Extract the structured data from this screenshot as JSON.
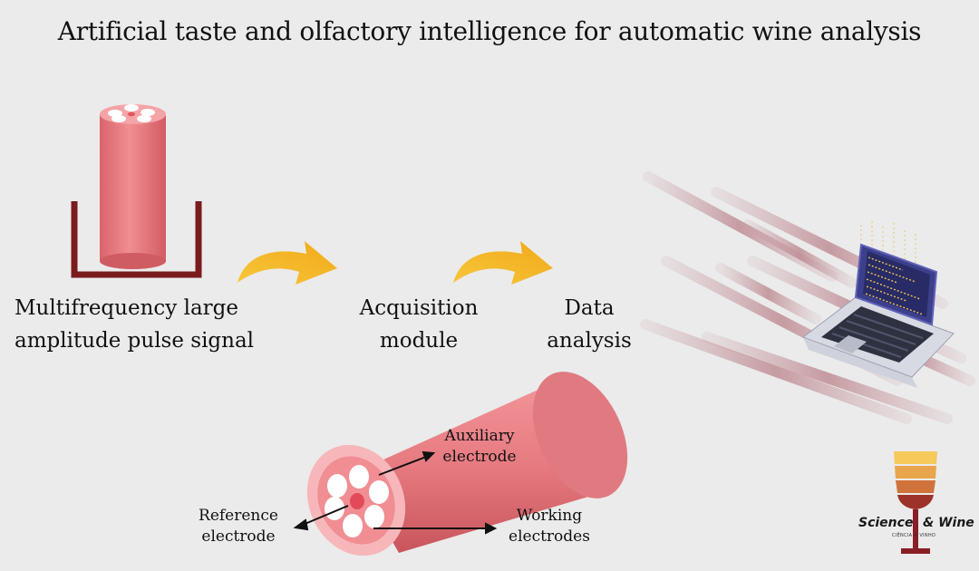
{
  "title": "Artificial taste and olfactory intelligence for automatic wine analysis",
  "steps": {
    "signal": {
      "line1": "Multifrequency large",
      "line2": "amplitude pulse signal"
    },
    "acquisition": {
      "line1": "Acquisition",
      "line2": "module"
    },
    "data": {
      "line1": "Data",
      "line2": "analysis"
    }
  },
  "electrodes": {
    "auxiliary": {
      "line1": "Auxiliary",
      "line2": "electrode"
    },
    "reference": {
      "line1": "Reference",
      "line2": "electrode"
    },
    "working": {
      "line1": "Working",
      "line2": "electrodes"
    }
  },
  "logo": {
    "name_part1": "Science",
    "name_part2": "& Wine",
    "tagline": "CIÊNCIA & VINHO"
  },
  "colors": {
    "electrode_body": "#e87f84",
    "electrode_dark": "#c9555c",
    "cell_frame": "#7a1b1e",
    "arrow_yellow": "#f5bf2a",
    "laptop_screen": "#3c3f8a",
    "laptop_body": "#c9ccd6",
    "background": "#ebebeb"
  }
}
